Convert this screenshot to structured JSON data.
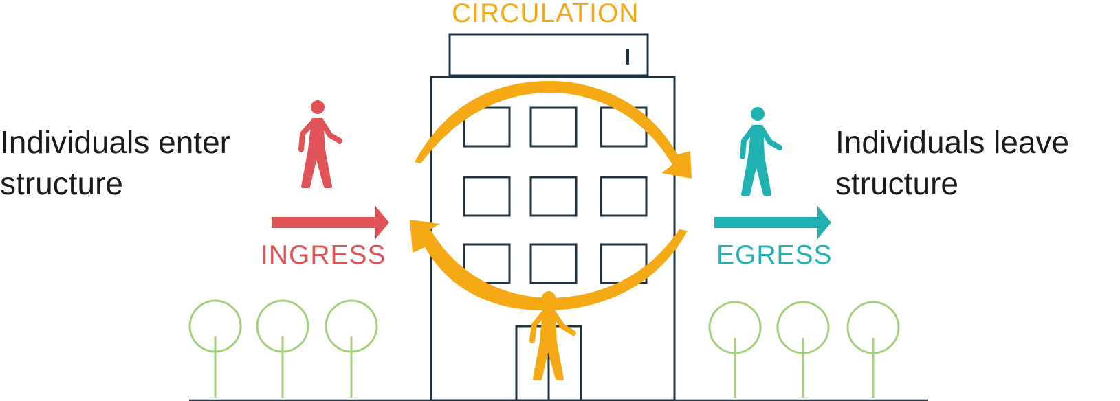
{
  "diagram": {
    "circulation_label": "CIRCULATION",
    "ingress_label": "INGRESS",
    "egress_label": "EGRESS",
    "enter_text_line1": "Individuals enter",
    "enter_text_line2": "structure",
    "leave_text_line1": "Individuals leave",
    "leave_text_line2": "structure"
  },
  "colors": {
    "ingress": "#e05357",
    "egress": "#20b2b3",
    "circulation": "#f5a914",
    "building": "#1f3440",
    "tree": "#a4cf7b",
    "ground": "#2a3f4a"
  },
  "icons": {
    "ingress_person": "walking-person-icon",
    "egress_person": "walking-person-icon",
    "circulation_person": "walking-person-icon",
    "circulation_arrows": "cycle-arrows-icon",
    "tree": "tree-icon",
    "building": "building-icon"
  }
}
